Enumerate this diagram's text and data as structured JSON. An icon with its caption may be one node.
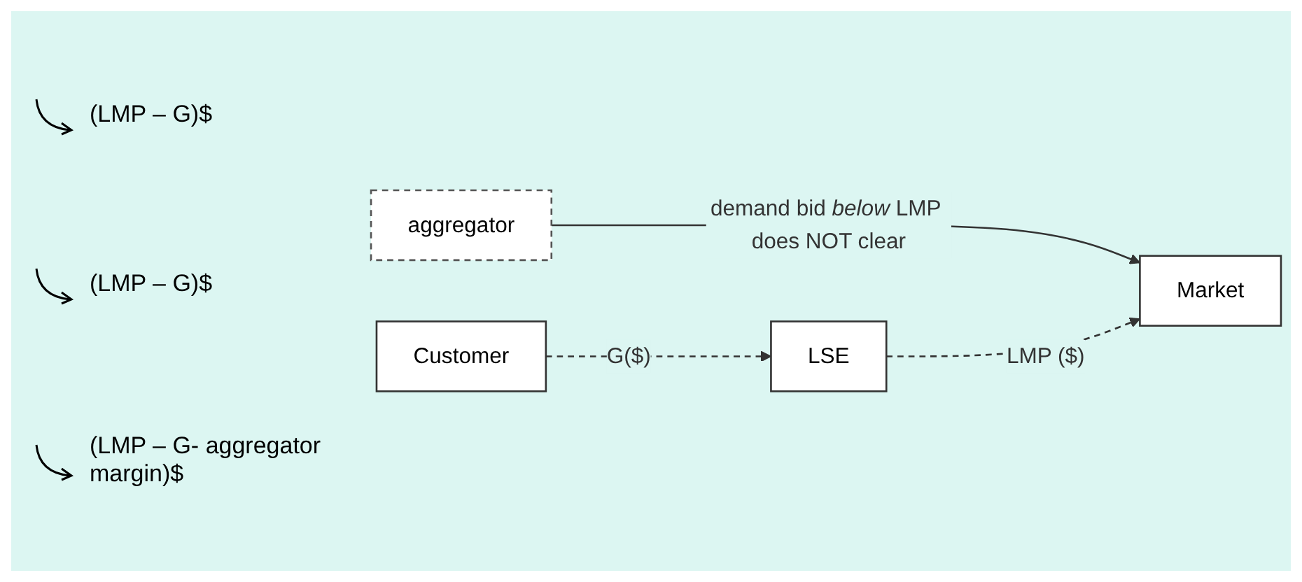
{
  "diagram": {
    "nodes": [
      {
        "text": [
          "Market"
        ]
      },
      {
        "text": [
          "aggregator"
        ]
      },
      {
        "text": [
          "LSE"
        ]
      },
      {
        "text": [
          "Customer"
        ]
      }
    ],
    "edges": [
      {
        "from": 1,
        "to": 0,
        "arrow": "to",
        "label": "demand bid *below* LMP does NOT clear"
      },
      {
        "from": 2,
        "to": 0,
        "arrow": "to",
        "label": "LMP ($)",
        "style": "dashed"
      },
      {
        "from": 3,
        "to": 2,
        "arrow": "to",
        "label": "G($)",
        "style": "dashed"
      }
    ],
    "labels": [
      "(LMP – G)$",
      "(LMP – G)$",
      "(LMP – G- aggregator margin)$"
    ]
  }
}
